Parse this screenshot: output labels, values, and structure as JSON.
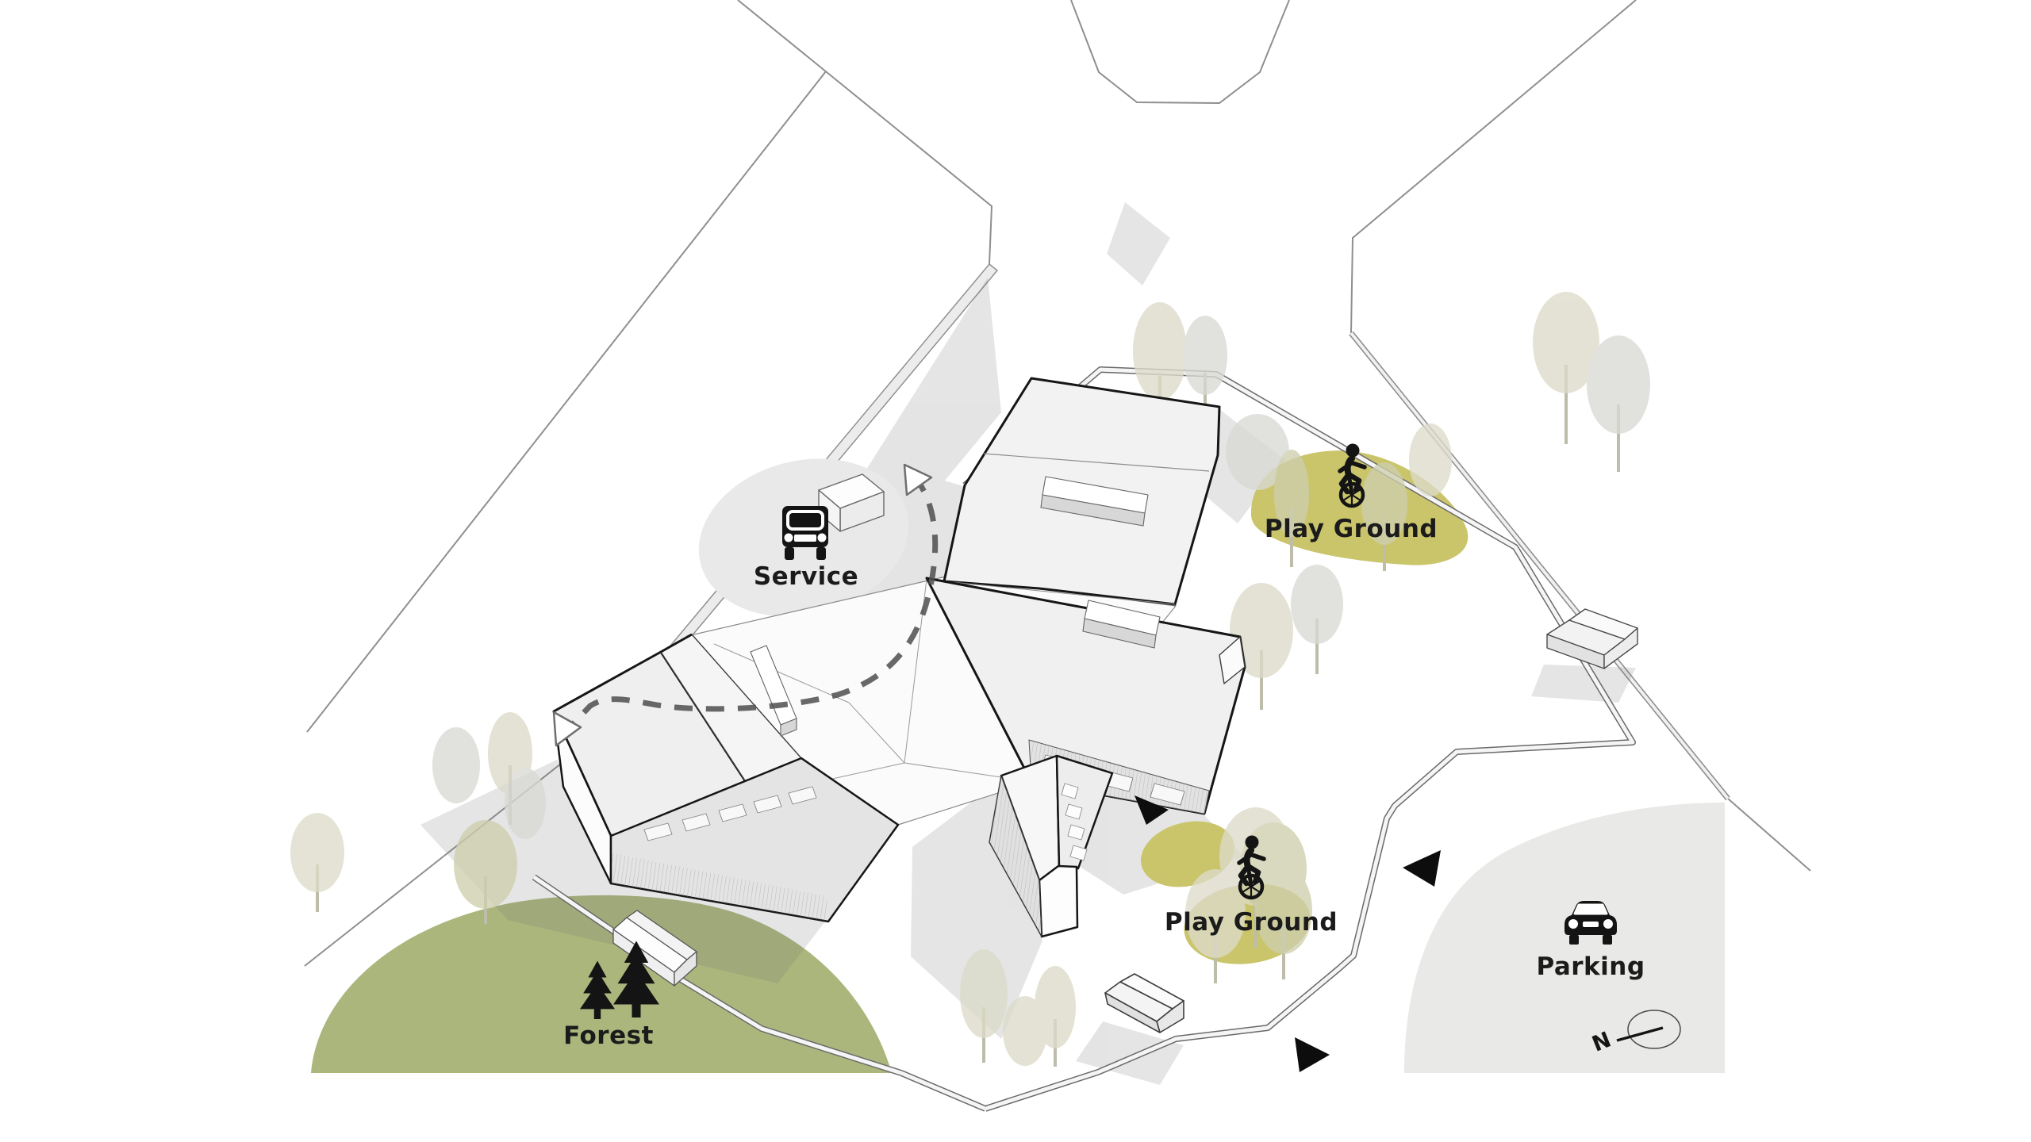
{
  "diagram": {
    "title": "Site plan diagram (axonometric)",
    "areas": {
      "service": {
        "label": "Service",
        "icon": "delivery-truck-icon"
      },
      "playground_north": {
        "label": "Play Ground",
        "icon": "unicycle-rider-icon"
      },
      "playground_south": {
        "label": "Play Ground",
        "icon": "unicycle-rider-icon"
      },
      "forest": {
        "label": "Forest",
        "icon": "pine-trees-icon"
      },
      "parking": {
        "label": "Parking",
        "icon": "car-icon"
      }
    },
    "compass": {
      "label": "N"
    },
    "route": {
      "style": "dashed",
      "flag_markers": 2
    },
    "entrance_arrows": 3,
    "colors": {
      "playground_olive": "#cac56b",
      "forest_green": "#abb67d",
      "parking_gray": "#e9eae7",
      "service_gray": "#e9e9e9",
      "tree_beige": "#dcdbc9",
      "building_roof": "#f1f1f1",
      "outline_black": "#161616",
      "route_dash": "#4e4e4e"
    }
  }
}
